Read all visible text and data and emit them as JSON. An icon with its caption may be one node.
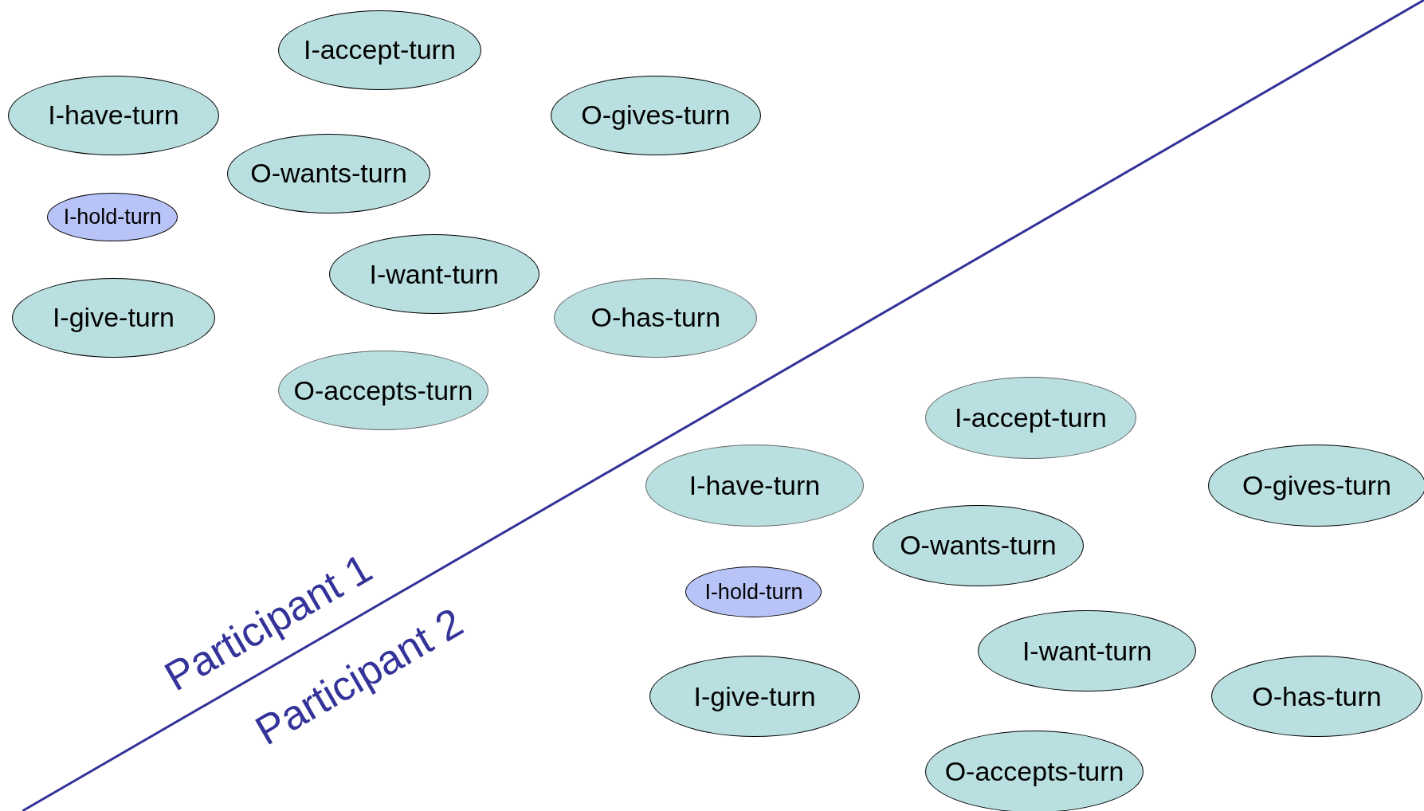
{
  "diagram": {
    "nodes": [
      {
        "text": [
          "I-accept-turn"
        ]
      },
      {
        "text": [
          "I-have-turn"
        ]
      },
      {
        "text": [
          "O-gives-turn"
        ]
      },
      {
        "text": [
          "O-wants-turn"
        ]
      },
      {
        "text": [
          "I-hold-turn"
        ]
      },
      {
        "text": [
          "I-want-turn"
        ]
      },
      {
        "text": [
          "I-give-turn"
        ]
      },
      {
        "text": [
          "O-has-turn"
        ]
      },
      {
        "text": [
          "O-accepts-turn"
        ]
      },
      {
        "text": [
          "I-accept-turn"
        ]
      },
      {
        "text": [
          "I-have-turn"
        ]
      },
      {
        "text": [
          "O-gives-turn"
        ]
      },
      {
        "text": [
          "O-wants-turn"
        ]
      },
      {
        "text": [
          "I-hold-turn"
        ]
      },
      {
        "text": [
          "I-want-turn"
        ]
      },
      {
        "text": [
          "I-give-turn"
        ]
      },
      {
        "text": [
          "O-has-turn"
        ]
      },
      {
        "text": [
          "O-accepts-turn"
        ]
      }
    ],
    "labels": [
      "Participant 1",
      "Participant 2"
    ]
  }
}
